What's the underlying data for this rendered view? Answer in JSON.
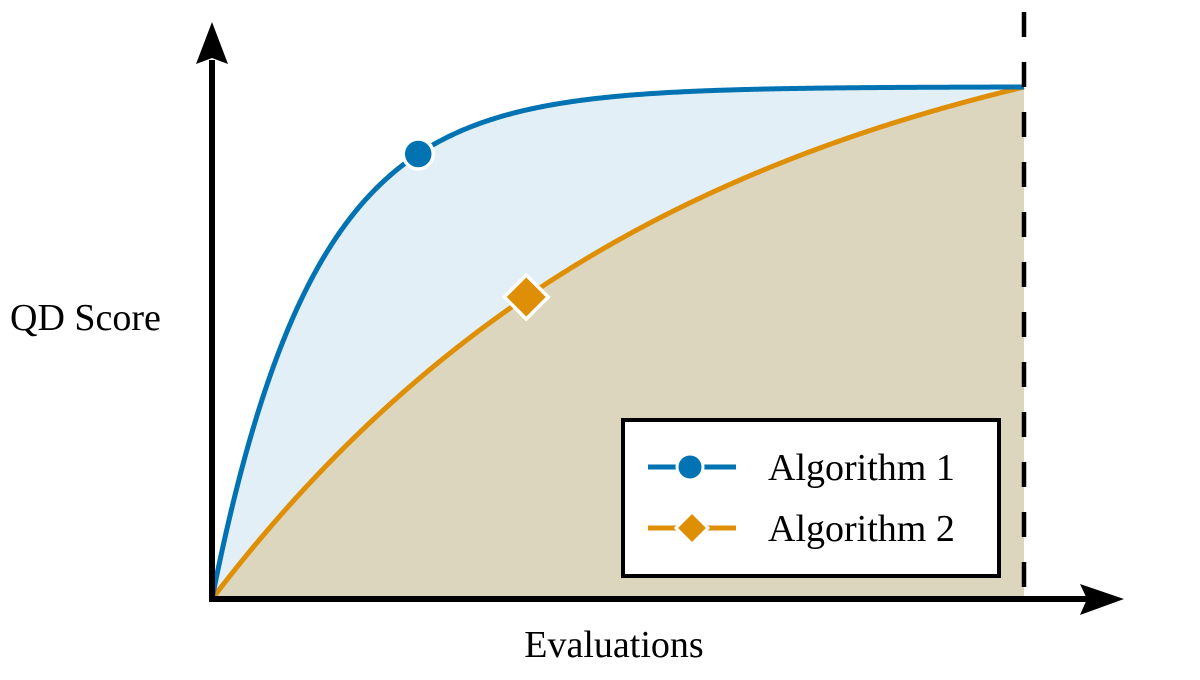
{
  "chart_data": {
    "type": "line",
    "title": "",
    "xlabel": "Evaluations",
    "ylabel": "QD Score",
    "xlim": [
      0,
      1
    ],
    "ylim": [
      0,
      1
    ],
    "grid": false,
    "ticks": false,
    "legend_position": "lower right",
    "end_marker": "dashed vertical line at max evaluations",
    "series": [
      {
        "name": "Algorithm 1",
        "color": "#0173b2",
        "fill_color": "#e3eff7",
        "marker": "circle",
        "shape": "saturating-exponential",
        "rate": 8.0,
        "marker_x": 0.254,
        "x": [
          0,
          0.05,
          0.1,
          0.15,
          0.2,
          0.254,
          0.3,
          0.4,
          0.5,
          0.6,
          0.7,
          0.8,
          0.9,
          1.0
        ],
        "values": [
          0,
          0.33,
          0.55,
          0.7,
          0.8,
          0.87,
          0.91,
          0.96,
          0.98,
          0.99,
          1.0,
          1.0,
          1.0,
          1.0
        ]
      },
      {
        "name": "Algorithm 2",
        "color": "#de8f05",
        "fill_color": "#ddd6be",
        "marker": "diamond",
        "shape": "saturating-exponential",
        "rate": 1.7,
        "marker_x": 0.387,
        "x": [
          0,
          0.1,
          0.2,
          0.3,
          0.387,
          0.5,
          0.6,
          0.7,
          0.8,
          0.9,
          1.0
        ],
        "values": [
          0,
          0.19,
          0.35,
          0.49,
          0.59,
          0.7,
          0.78,
          0.85,
          0.91,
          0.96,
          1.0
        ]
      }
    ]
  },
  "legend": {
    "items": [
      {
        "label": "Algorithm 1"
      },
      {
        "label": "Algorithm 2"
      }
    ]
  },
  "axes": {
    "x_label": "Evaluations",
    "y_label": "QD Score"
  }
}
